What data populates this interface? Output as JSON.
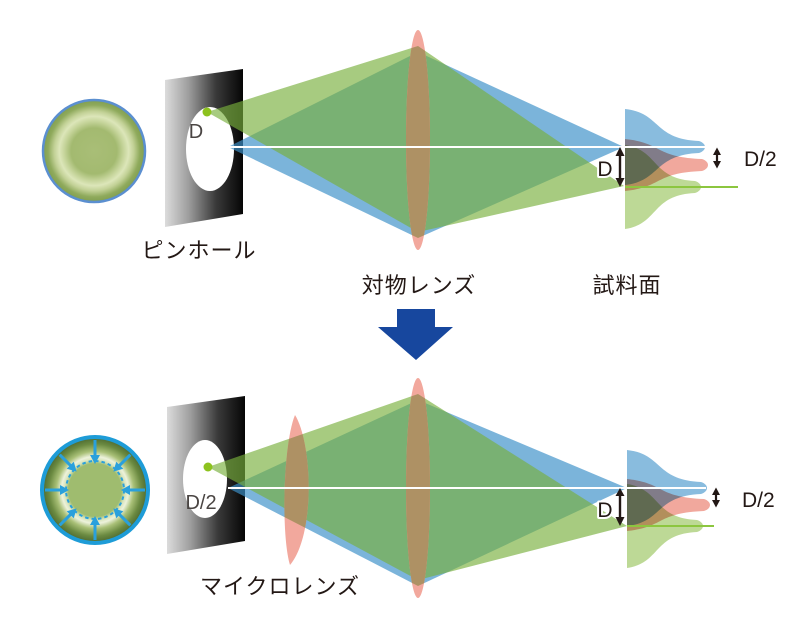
{
  "figure": {
    "top": {
      "pinhole_label": "ピンホール",
      "objective_label": "対物レンズ",
      "sample_label": "試料面",
      "aperture_d": "D",
      "spot_d": "D",
      "spot_half": "D/2"
    },
    "bottom": {
      "microlens_label": "マイクロレンズ",
      "aperture_d": "D/2",
      "spot_d": "D",
      "spot_half": "D/2"
    }
  },
  "colors": {
    "beam_green": "rgba(120,175,60,0.65)",
    "beam_blue": "rgba(60,145,200,0.68)",
    "lens_pink": "#F2A89D",
    "lens_tan": "#AE9164",
    "bell_blue": "#7FB6DC",
    "bell_red": "#F0A195",
    "bell_green": "#B8D68D",
    "axis_white": "#FFFFFF",
    "focus_green": "#8CC63F",
    "dot_green": "#8DC21E",
    "big_arrow_blue": "#17479E",
    "inward_arrow_blue": "#2AA0DC",
    "circle_border_top": "#5B8FD0",
    "circle_border_bottom": "#1E9CD7",
    "measure_black": "#231815",
    "aperture_text_gray": "#4A4543"
  }
}
